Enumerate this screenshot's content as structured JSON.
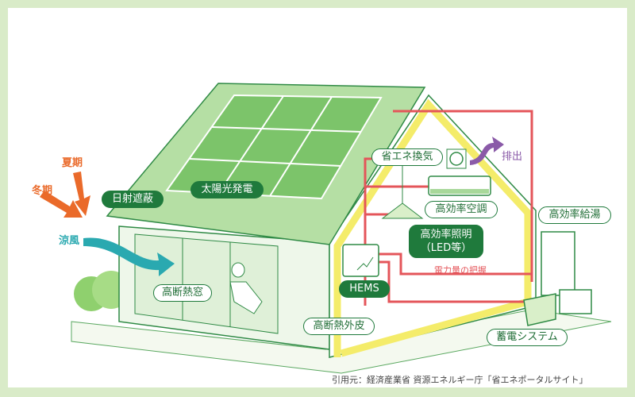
{
  "labels": {
    "summer": "夏期",
    "winter": "冬期",
    "solar_shading": "日射遮蔽",
    "solar_power": "太陽光発電",
    "cool_breeze": "涼風",
    "insulated_window": "高断熱窓",
    "insulated_envelope": "高断熱外皮",
    "ventilation": "省エネ換気",
    "exhaust": "排出",
    "air_conditioning": "高効率空調",
    "lighting_line1": "高効率照明",
    "lighting_line2": "（LED等）",
    "power_monitoring": "電力量の把握",
    "hems": "HEMS",
    "water_heater": "高効率給湯",
    "storage_battery": "蓄電システム"
  },
  "citation": "引用元：経済産業省 資源エネルギー庁「省エネポータルサイト」",
  "colors": {
    "frame": "#d9ebc8",
    "dark_green": "#1f7a3c",
    "roof_green": "#a8d89a",
    "insulation_yellow": "#f4ec6a",
    "wiring_red": "#e4555a",
    "sun_orange": "#ea6a2a",
    "breeze_teal": "#2aa9b0",
    "exhaust_purple": "#8a5aa8"
  }
}
